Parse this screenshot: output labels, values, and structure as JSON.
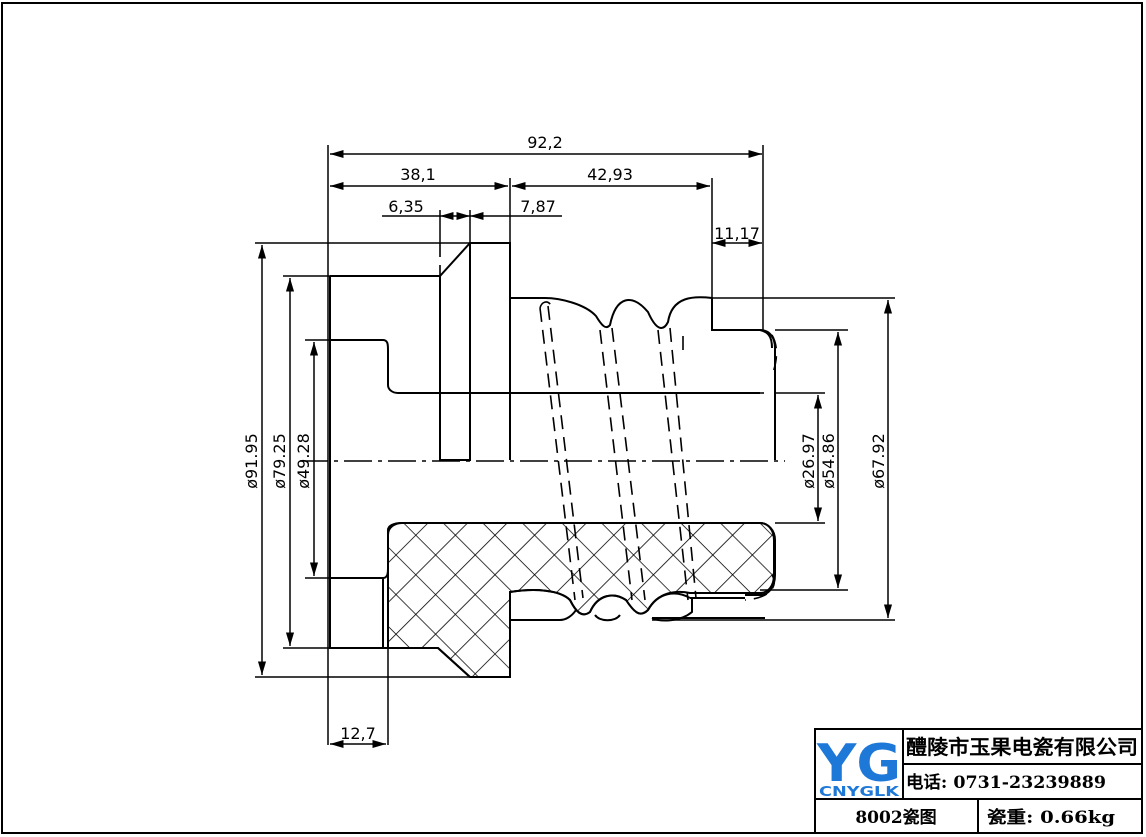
{
  "drawing": {
    "dimensions": {
      "overall_length": "92,2",
      "flange_length": "38,1",
      "body_length": "42,93",
      "dim_635": "6,35",
      "dim_787": "7,87",
      "end_length": "11,17",
      "head_length": "12,7",
      "dia_9195": "ø91.95",
      "dia_7925": "ø79.25",
      "dia_4928": "ø49.28",
      "dia_2697": "ø26.97",
      "dia_5486": "ø54.86",
      "dia_6792": "ø67.92"
    }
  },
  "title_block": {
    "logo_letters": "YG",
    "logo_subtext": "CNYGLK",
    "company": "醴陵市玉果电瓷有限公司",
    "phone": "电话: 0731-23239889",
    "drawing_no": "8002瓷图",
    "weight": "瓷重: 0.66kg"
  }
}
